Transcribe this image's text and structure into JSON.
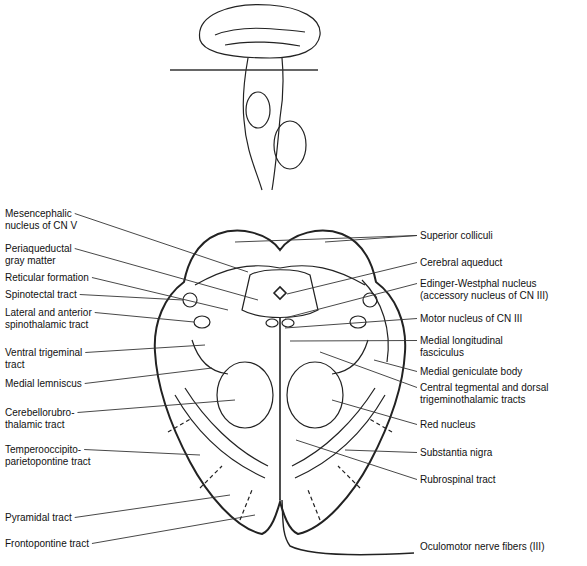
{
  "diagram": {
    "labels": [
      "Mesencephalic nucleus of CN V",
      "Periaqueductal gray matter",
      "Reticular formation",
      "Spinotectal tract",
      "Lateral and anterior spinothalamic tract",
      "Ventral trigeminal tract",
      "Medial lemniscus",
      "Cerebellorubro-thalamic tract",
      "Temperooccipito-parietopontine tract",
      "Pyramidal tract",
      "Frontopontine tract",
      "Superior colliculi",
      "Cerebral aqueduct",
      "Edinger-Westphal nucleus (accessory nucleus of CN III)",
      "Motor nucleus of CN III",
      "Medial longitudinal fasciculus",
      "Medial geniculate body",
      "Central tegmental and dorsal trigeminothalamic tracts",
      "Red nucleus",
      "Substantia nigra",
      "Rubrospinal tract",
      "Oculomotor nerve fibers (III)"
    ]
  }
}
